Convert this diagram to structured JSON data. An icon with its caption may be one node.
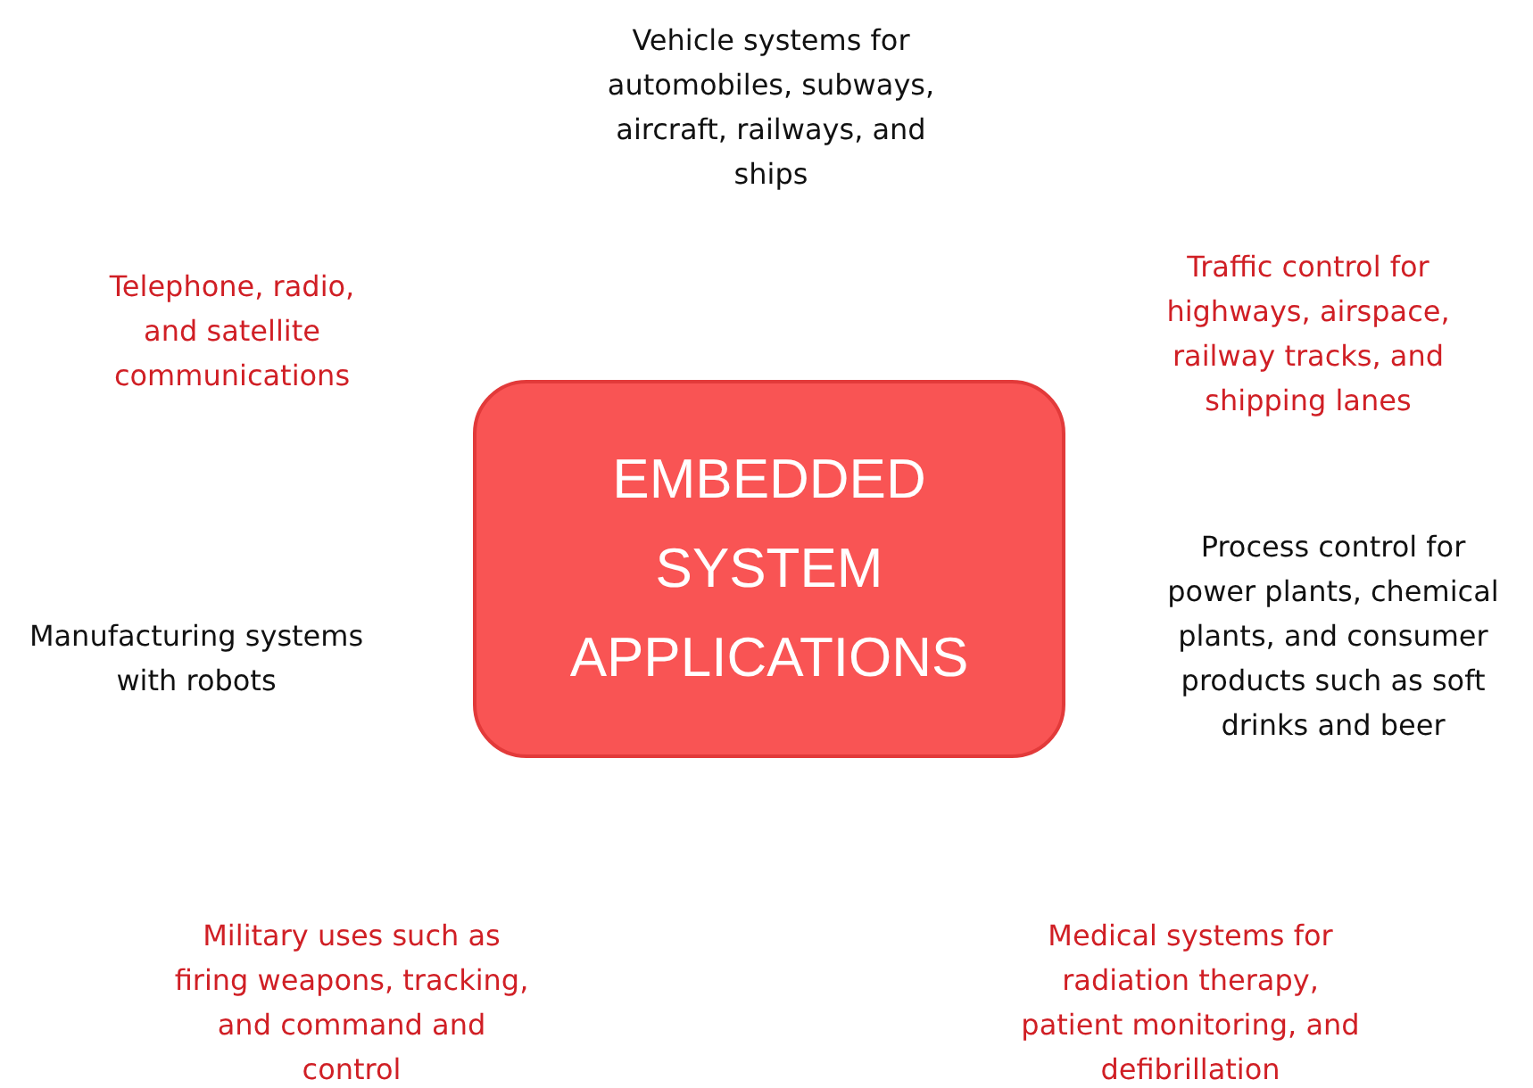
{
  "diagram": {
    "nodes": [
      {
        "text": [
          "EMBEDDED SYSTEM APPLICATIONS"
        ]
      }
    ],
    "labels": [
      "Vehicle systems for automobiles, subways, aircraft, railways, and ships",
      "Telephone, radio, and satellite communications",
      "Traffic control for highways, airspace, railway tracks, and shipping lanes",
      "Manufacturing systems with robots",
      "Process control for power plants, chemical plants, and consumer products such as soft drinks and beer",
      "Military uses such as firing weapons, tracking, and command and control",
      "Medical systems for radiation therapy, patient monitoring, and defibrillation"
    ]
  }
}
